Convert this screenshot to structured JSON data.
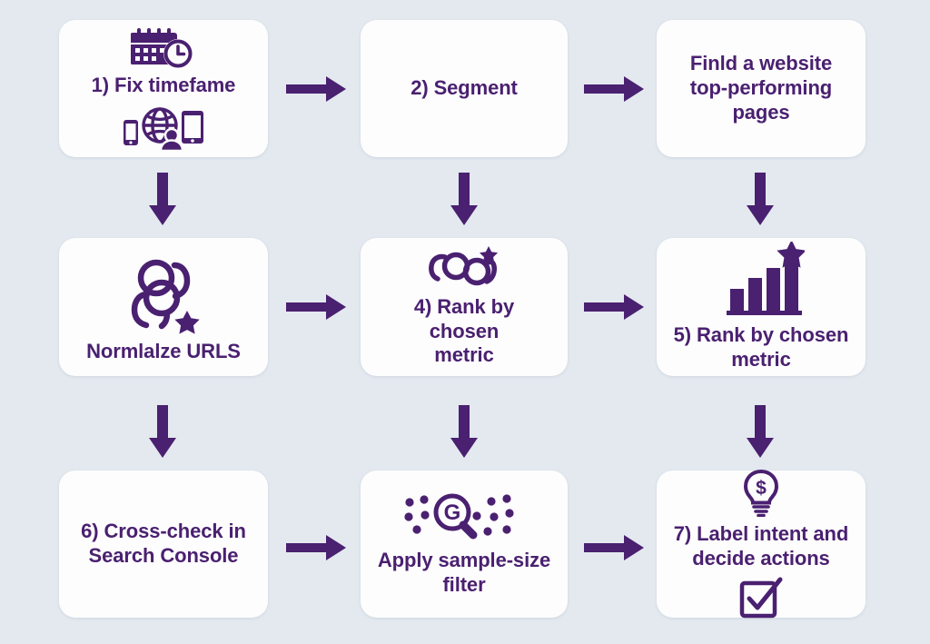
{
  "diagram": {
    "type": "flowchart",
    "orientation": "grid-3x3-serpentine-columns",
    "background_color": "#e3e9ef",
    "node_fill_color": "#fdfdfe",
    "accent_color": "#4a2070",
    "arrow_color": "#4a2070",
    "nodes": [
      {
        "id": "node-1",
        "row": 1,
        "col": 1,
        "label": "1) Fix timefame",
        "icons_top": [
          "calendar-clock-icon"
        ],
        "icons_bottom": [
          "globe-devices-audience-icon"
        ]
      },
      {
        "id": "node-2",
        "row": 1,
        "col": 2,
        "label": "2) Segment",
        "icons_top": [],
        "icons_bottom": []
      },
      {
        "id": "node-3",
        "row": 1,
        "col": 3,
        "label": "Finld a website\ntop-performing pages",
        "icons_top": [],
        "icons_bottom": []
      },
      {
        "id": "node-4",
        "row": 2,
        "col": 1,
        "label": "Normlalze URLS",
        "icons_top": [
          "linked-loops-star-icon"
        ],
        "icons_bottom": []
      },
      {
        "id": "node-5",
        "row": 2,
        "col": 2,
        "label": "4) Rank by\nchosen\nmetric",
        "icons_top": [
          "linked-loops-star-icon"
        ],
        "icons_bottom": []
      },
      {
        "id": "node-6",
        "row": 2,
        "col": 3,
        "label": "5) Rank by chosen\nmetric",
        "icons_top": [
          "bar-chart-star-icon"
        ],
        "icons_bottom": []
      },
      {
        "id": "node-7",
        "row": 3,
        "col": 1,
        "label": "6) Cross-check in\nSearch Console",
        "icons_top": [],
        "icons_bottom": []
      },
      {
        "id": "node-8",
        "row": 3,
        "col": 2,
        "label": "Apply sample-size\nfilter",
        "icons_top": [
          "magnifier-g-dots-icon"
        ],
        "icons_bottom": []
      },
      {
        "id": "node-9",
        "row": 3,
        "col": 3,
        "label": "7) Label intent and\ndecide actions",
        "icons_top": [
          "lightbulb-dollar-icon"
        ],
        "icons_bottom": [
          "checkbox-check-icon"
        ]
      }
    ],
    "connectors": [
      {
        "id": "arrow-h-1",
        "from": "node-1",
        "to": "node-2",
        "direction": "right"
      },
      {
        "id": "arrow-h-2",
        "from": "node-2",
        "to": "node-3",
        "direction": "right"
      },
      {
        "id": "arrow-v-1",
        "from": "node-1",
        "to": "node-4",
        "direction": "down"
      },
      {
        "id": "arrow-v-2",
        "from": "node-2",
        "to": "node-5",
        "direction": "down"
      },
      {
        "id": "arrow-v-3",
        "from": "node-3",
        "to": "node-6",
        "direction": "down"
      },
      {
        "id": "arrow-h-3",
        "from": "node-4",
        "to": "node-5",
        "direction": "right"
      },
      {
        "id": "arrow-h-4",
        "from": "node-5",
        "to": "node-6",
        "direction": "right"
      },
      {
        "id": "arrow-v-4",
        "from": "node-4",
        "to": "node-7",
        "direction": "down"
      },
      {
        "id": "arrow-v-5",
        "from": "node-5",
        "to": "node-8",
        "direction": "down"
      },
      {
        "id": "arrow-v-6",
        "from": "node-6",
        "to": "node-9",
        "direction": "down"
      },
      {
        "id": "arrow-h-5",
        "from": "node-7",
        "to": "node-8",
        "direction": "right"
      },
      {
        "id": "arrow-h-6",
        "from": "node-8",
        "to": "node-9",
        "direction": "right"
      }
    ]
  }
}
